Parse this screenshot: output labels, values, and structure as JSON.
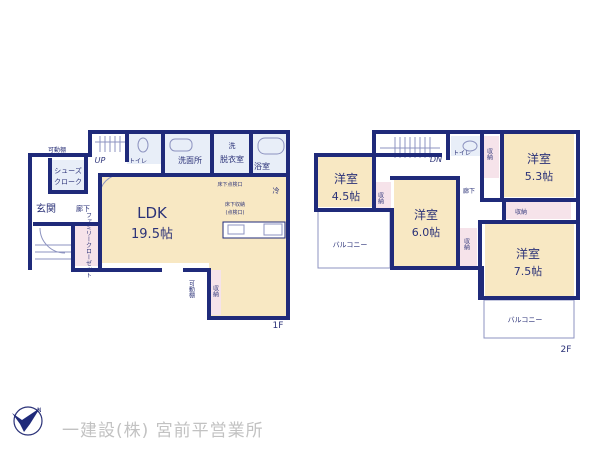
{
  "floor1": {
    "label": "1F",
    "rooms": {
      "ldk": {
        "name": "LDK",
        "size": "19.5帖"
      },
      "genkan": "玄関",
      "hallway": "廊下",
      "shoe_cloak": [
        "シューズ",
        "クローク"
      ],
      "movable_shelf_top": "可動棚",
      "movable_shelf_side": "可動棚",
      "family_closet": "ファミリークローゼット",
      "toilet": "トイレ",
      "washroom": "洗面所",
      "dressing": "脱衣室",
      "washer": "洗",
      "bath": "浴室",
      "fridge": "冷",
      "storage": "収納",
      "underfloor_hatch": "床下点検口",
      "underfloor_storage": [
        "床下収納",
        "(点検口)"
      ],
      "stairs": "UP"
    }
  },
  "floor2": {
    "label": "2F",
    "rooms": {
      "western_a": {
        "name": "洋室",
        "size": "4.5帖"
      },
      "western_b": {
        "name": "洋室",
        "size": "6.0帖"
      },
      "western_c": {
        "name": "洋室",
        "size": "5.3帖"
      },
      "western_d": {
        "name": "洋室",
        "size": "7.5帖"
      },
      "storage": "収納",
      "hallway": "廊下",
      "toilet": "トイレ",
      "balcony_left": "バルコニー",
      "balcony_right": "バルコニー",
      "stairs": "DN"
    }
  },
  "footer": {
    "company": "一建設(株) 宮前平営業所",
    "logo": "compass-bird-logo"
  },
  "colors": {
    "wall": "#1f2a7a",
    "room_fill": "#f8e8c3",
    "wet_fill": "#e8eef8",
    "storage_fill": "#f6e3ea",
    "label": "#2b3278",
    "company_text": "#c2c2c2"
  }
}
